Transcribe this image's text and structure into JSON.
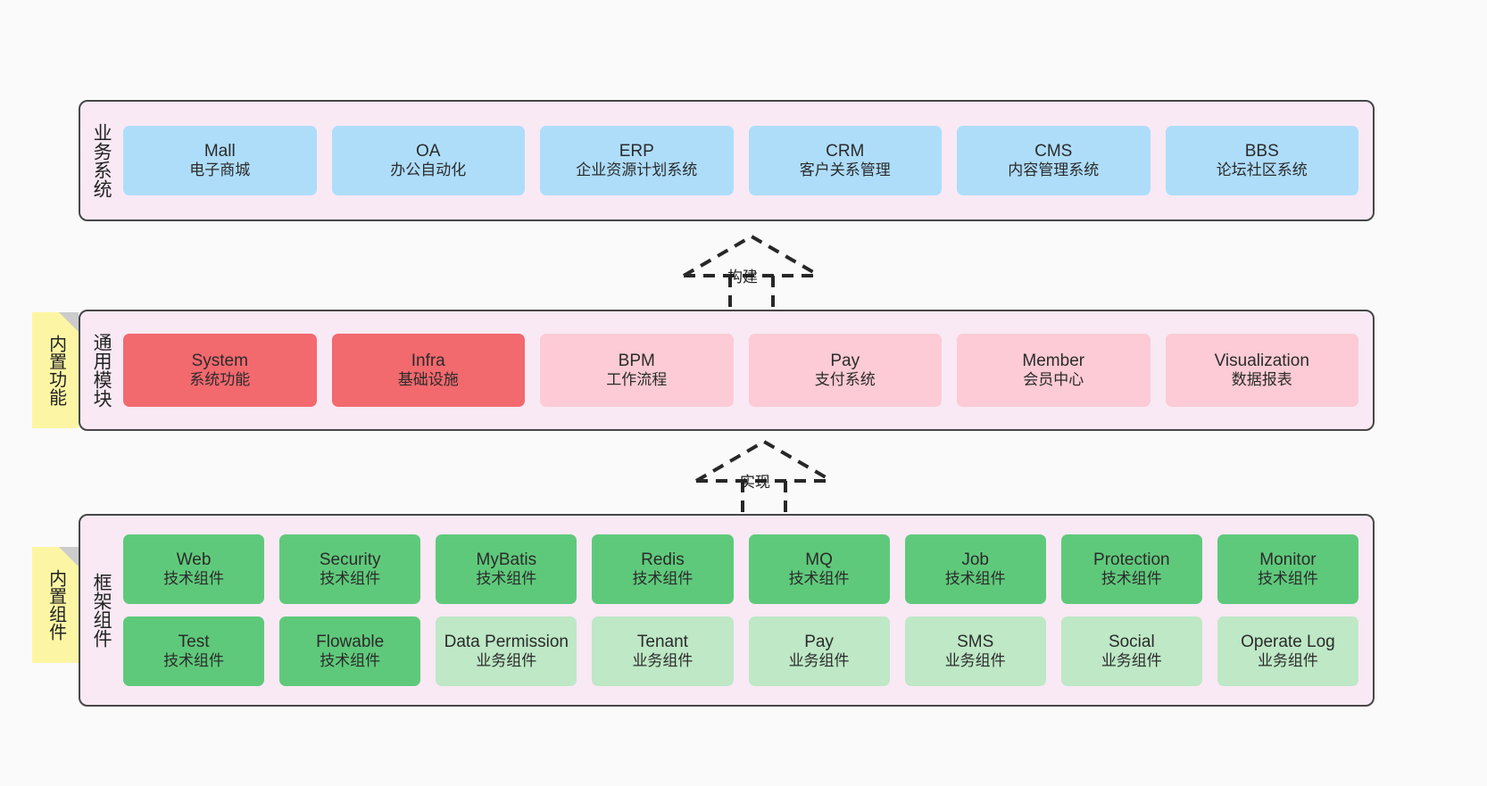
{
  "diagram": {
    "background_color": "#FAFAFA",
    "layer_background": "#F8E9F4",
    "layer_border": "#474747",
    "sticky_color": "#FCF6A4"
  },
  "layers": [
    {
      "id": "business",
      "label": "业务系统",
      "cards": [
        {
          "title": "Mall",
          "subtitle": "电子商城",
          "color": "#AEDDFA"
        },
        {
          "title": "OA",
          "subtitle": "办公自动化",
          "color": "#AEDDFA"
        },
        {
          "title": "ERP",
          "subtitle": "企业资源计划系统",
          "color": "#AEDDFA"
        },
        {
          "title": "CRM",
          "subtitle": "客户关系管理",
          "color": "#AEDDFA"
        },
        {
          "title": "CMS",
          "subtitle": "内容管理系统",
          "color": "#AEDDFA"
        },
        {
          "title": "BBS",
          "subtitle": "论坛社区系统",
          "color": "#AEDDFA"
        }
      ]
    },
    {
      "id": "modules",
      "label": "通用模块",
      "sticky": "内置功能",
      "cards": [
        {
          "title": "System",
          "subtitle": "系统功能",
          "color": "#F2696E"
        },
        {
          "title": "Infra",
          "subtitle": "基础设施",
          "color": "#F2696E"
        },
        {
          "title": "BPM",
          "subtitle": "工作流程",
          "color": "#FCCBD5"
        },
        {
          "title": "Pay",
          "subtitle": "支付系统",
          "color": "#FCCBD5"
        },
        {
          "title": "Member",
          "subtitle": "会员中心",
          "color": "#FCCBD5"
        },
        {
          "title": "Visualization",
          "subtitle": "数据报表",
          "color": "#FCCBD5"
        }
      ]
    },
    {
      "id": "framework",
      "label": "框架组件",
      "sticky": "内置组件",
      "row1": [
        {
          "title": "Web",
          "subtitle": "技术组件",
          "color": "#5FC97B"
        },
        {
          "title": "Security",
          "subtitle": "技术组件",
          "color": "#5FC97B"
        },
        {
          "title": "MyBatis",
          "subtitle": "技术组件",
          "color": "#5FC97B"
        },
        {
          "title": "Redis",
          "subtitle": "技术组件",
          "color": "#5FC97B"
        },
        {
          "title": "MQ",
          "subtitle": "技术组件",
          "color": "#5FC97B"
        },
        {
          "title": "Job",
          "subtitle": "技术组件",
          "color": "#5FC97B"
        },
        {
          "title": "Protection",
          "subtitle": "技术组件",
          "color": "#5FC97B"
        },
        {
          "title": "Monitor",
          "subtitle": "技术组件",
          "color": "#5FC97B"
        }
      ],
      "row2": [
        {
          "title": "Test",
          "subtitle": "技术组件",
          "color": "#5FC97B"
        },
        {
          "title": "Flowable",
          "subtitle": "技术组件",
          "color": "#5FC97B"
        },
        {
          "title": "Data Permission",
          "subtitle": "业务组件",
          "color": "#BEE8C6"
        },
        {
          "title": "Tenant",
          "subtitle": "业务组件",
          "color": "#BEE8C6"
        },
        {
          "title": "Pay",
          "subtitle": "业务组件",
          "color": "#BEE8C6"
        },
        {
          "title": "SMS",
          "subtitle": "业务组件",
          "color": "#BEE8C6"
        },
        {
          "title": "Social",
          "subtitle": "业务组件",
          "color": "#BEE8C6"
        },
        {
          "title": "Operate Log",
          "subtitle": "业务组件",
          "color": "#BEE8C6"
        }
      ]
    }
  ],
  "arrows": [
    {
      "id": "build",
      "label": "构建"
    },
    {
      "id": "implement",
      "label": "实现"
    }
  ]
}
